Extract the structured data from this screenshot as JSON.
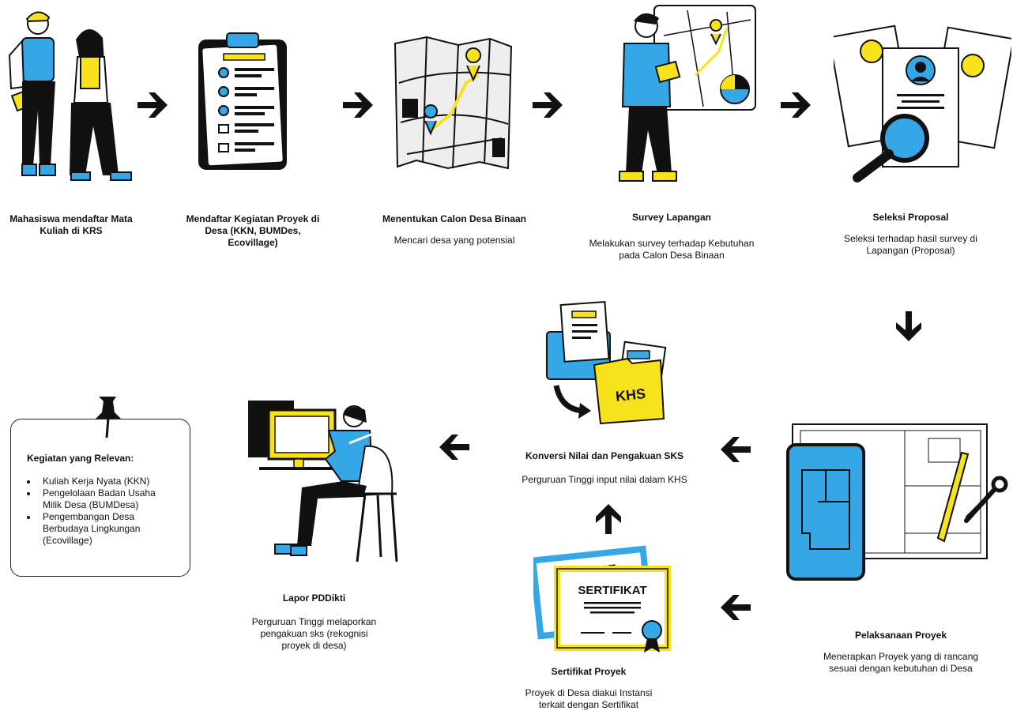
{
  "steps": [
    {
      "id": "s1",
      "title": "Mahasiswa mendaftar Mata Kuliah di KRS",
      "desc": ""
    },
    {
      "id": "s2",
      "title": "Mendaftar Kegiatan Proyek di Desa (KKN, BUMDes, Ecovillage)",
      "desc": ""
    },
    {
      "id": "s3",
      "title": "Menentukan Calon Desa Binaan",
      "desc": "Mencari desa yang potensial"
    },
    {
      "id": "s4",
      "title": "Survey Lapangan",
      "desc": "Melakukan survey terhadap Kebutuhan pada Calon Desa Binaan"
    },
    {
      "id": "s5",
      "title": "Seleksi Proposal",
      "desc": "Seleksi terhadap hasil survey di Lapangan (Proposal)"
    },
    {
      "id": "s6",
      "title": "Pelaksanaan Proyek",
      "desc": "Menerapkan Proyek yang di rancang sesuai dengan kebutuhan di Desa"
    },
    {
      "id": "s7",
      "title": "Sertifikat Proyek",
      "desc": "Proyek di Desa diakui Instansi terkait dengan Sertifikat"
    },
    {
      "id": "s8",
      "title": "Konversi Nilai dan Pengakuan SKS",
      "desc": "Perguruan Tinggi input nilai dalam KHS"
    },
    {
      "id": "s9",
      "title": "Lapor PDDikti",
      "desc": "Perguruan Tinggi melaporkan pengakuan sks (rekognisi proyek di desa)"
    }
  ],
  "labels": {
    "folder": "KHS",
    "certificate": "SERTIFIKAT",
    "certificate_back": "RTIFIKAT"
  },
  "note": {
    "title": "Kegiatan yang Relevan:",
    "items": [
      "Kuliah Kerja Nyata (KKN)",
      "Pengelolaan Badan Usaha Milik Desa (BUMDesa)",
      "Pengembangan Desa Berbudaya Lingkungan (Ecovillage)"
    ]
  },
  "colors": {
    "blue": "#35a7e6",
    "yellow": "#f7e21c",
    "black": "#111111"
  }
}
